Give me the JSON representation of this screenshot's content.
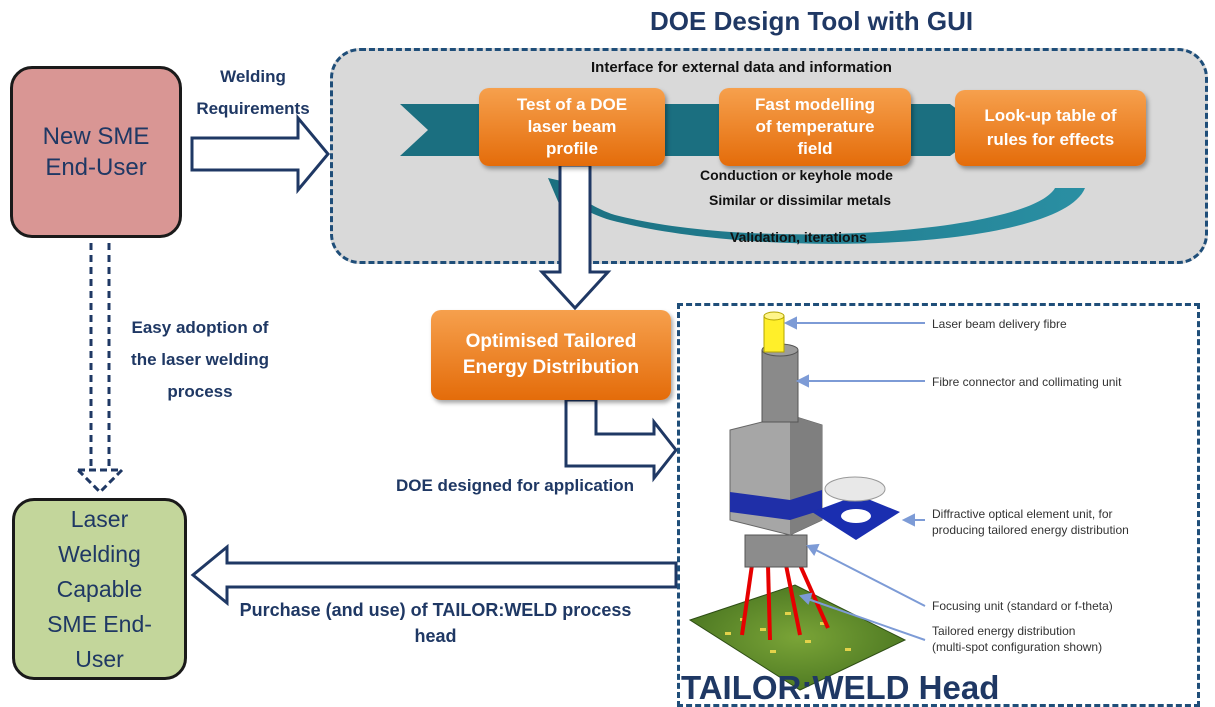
{
  "diagram": {
    "title": "DOE Design Tool with GUI",
    "sme_box": "New SME\nEnd-User",
    "laser_box": "Laser\nWelding\nCapable\nSME End-\nUser",
    "welding_req_line1": "Welding",
    "welding_req_line2": "Requirements",
    "interface_label": "Interface for external data and information",
    "step_test": "Test of a DOE\nlaser beam\nprofile",
    "step_model": "Fast modelling\nof temperature\nfield",
    "step_lookup": "Look-up table of\nrules for effects",
    "conduction_text": "Conduction or keyhole mode",
    "metals_text": "Similar or dissimilar metals",
    "validation_text": "Validation, iterations",
    "optimised_box": "Optimised Tailored\nEnergy Distribution",
    "doe_designed": "DOE designed for application",
    "easy_line1": "Easy adoption of",
    "easy_line2": "the laser welding",
    "easy_line3": "process",
    "purchase_line1": "Purchase (and use) of TAILOR:WELD process",
    "purchase_line2": "head",
    "head_title": "TAILOR:WELD Head",
    "callout_fibre": "Laser beam delivery fibre",
    "callout_connector": "Fibre connector and collimating unit",
    "callout_doe": "Diffractive optical element unit, for\nproducing tailored energy distribution",
    "callout_focus": "Focusing unit (standard or f-theta)",
    "callout_tailored": "Tailored energy distribution\n(multi-spot configuration shown)"
  },
  "colors": {
    "navy": "#1f3864",
    "sme_fill": "#d99694",
    "laser_fill": "#c3d69b",
    "orange": "#e46c0a",
    "teal": "#1b6f80",
    "panel_grey": "#d9d9d9"
  }
}
